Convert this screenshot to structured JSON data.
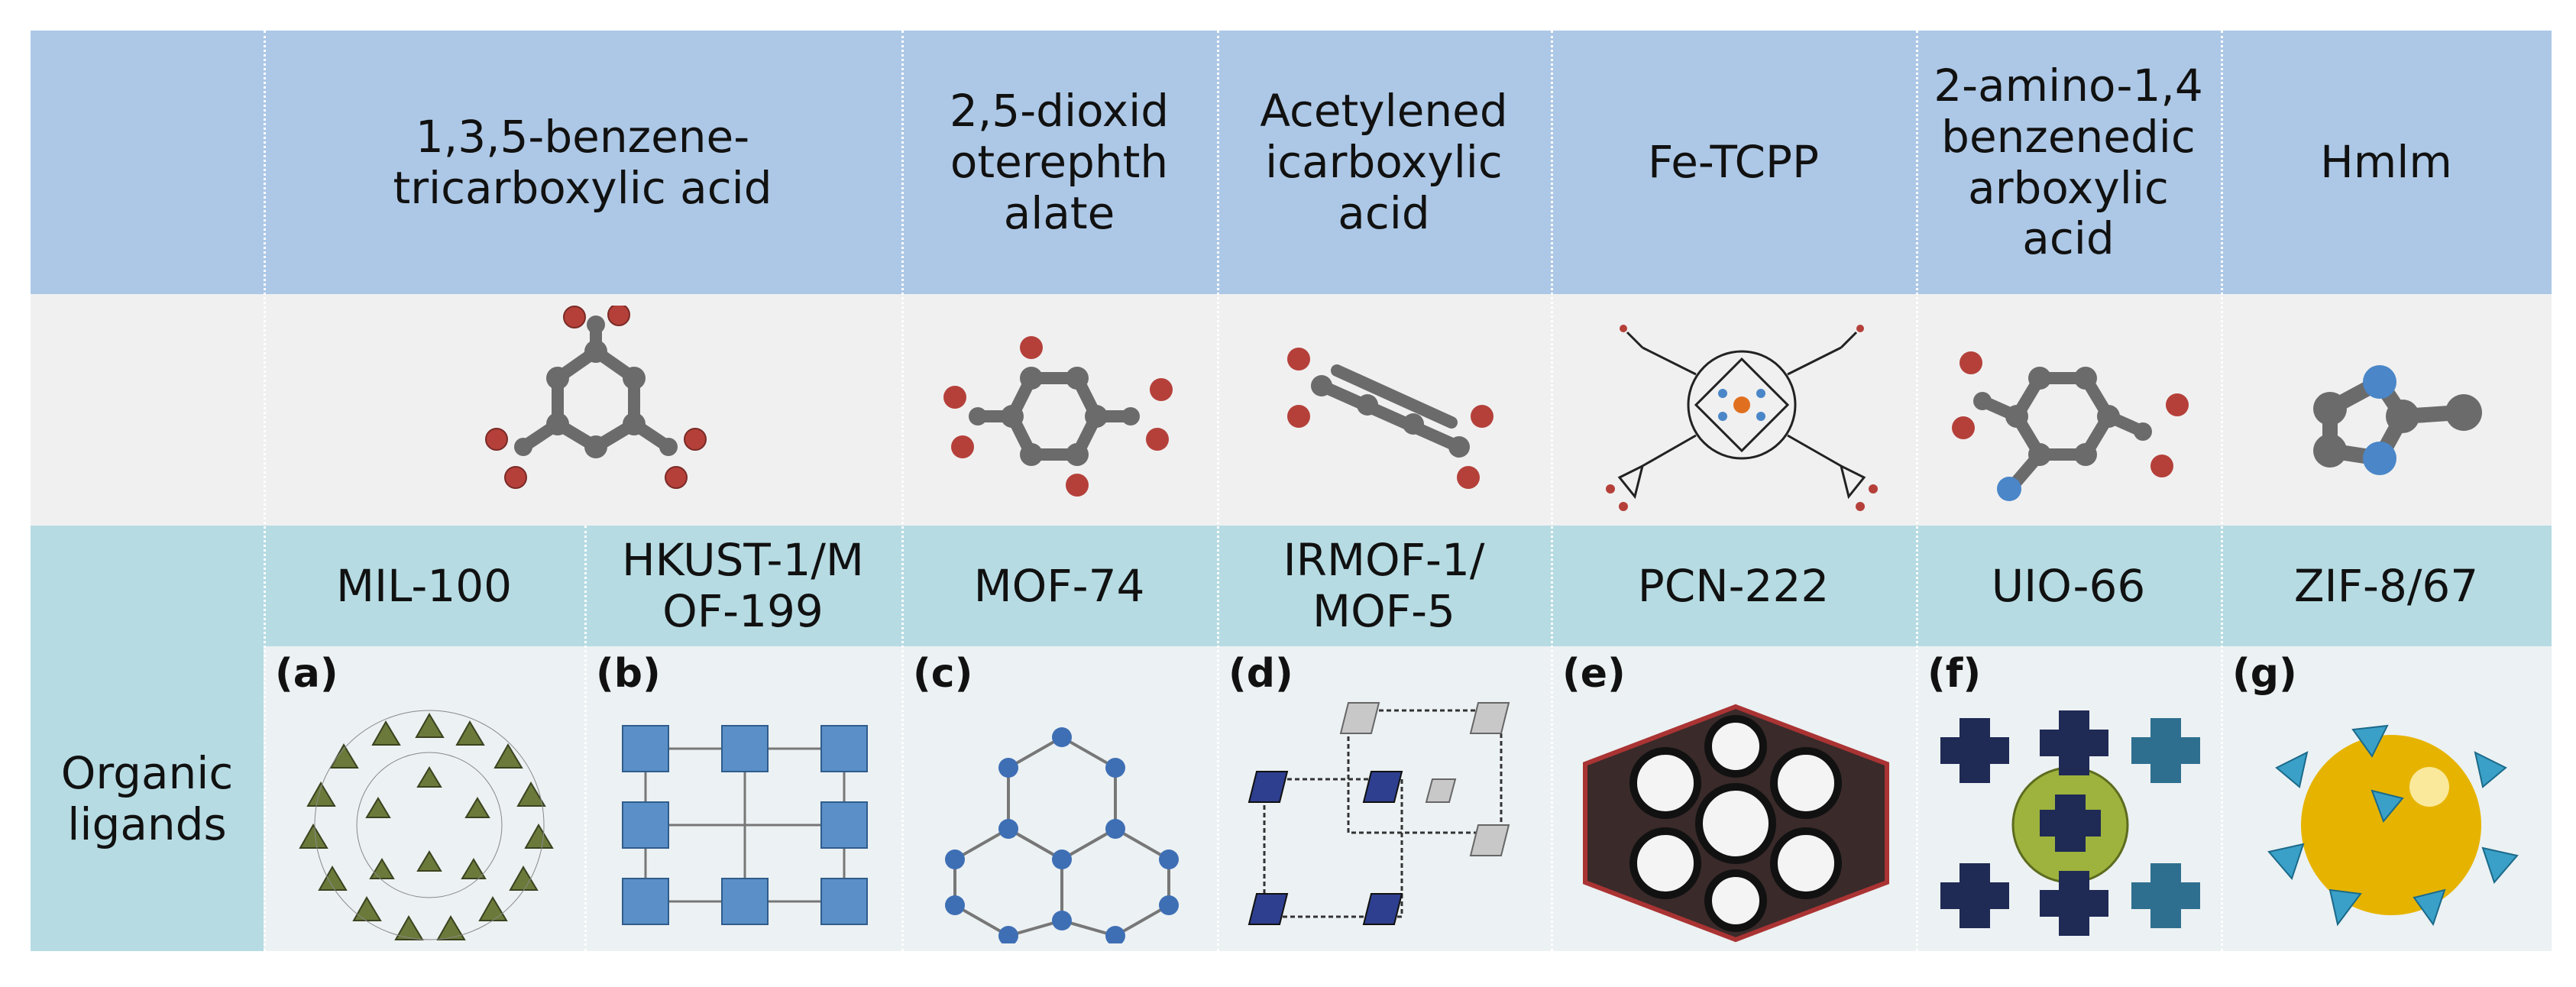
{
  "ligands": [
    {
      "name": "1,3,5-benzene-tricarboxylic acid",
      "line1": "1,3,5-benzene-",
      "line2": "tricarboxylic acid"
    },
    {
      "name": "2,5-dioxidoterephthalate",
      "lines": [
        "2,5-dioxid",
        "oterephth",
        "alate"
      ]
    },
    {
      "name": "Acetylenedicarboxylic acid",
      "lines": [
        "Acetylened",
        "icarboxylic",
        "acid"
      ]
    },
    {
      "name": "Fe-TCPP",
      "lines": [
        "Fe-TCPP"
      ]
    },
    {
      "name": "2-amino-1,4 benzenedicarboxylic acid",
      "lines": [
        "2-amino-1,4",
        "benzenedic",
        "arboxylic",
        "acid"
      ]
    },
    {
      "name": "Hmlm",
      "lines": [
        "Hmlm"
      ]
    }
  ],
  "row_label": {
    "line1": "Organic",
    "line2": "ligands"
  },
  "mofs": [
    {
      "name": "MIL-100",
      "lines": [
        "MIL-100"
      ],
      "panel": "(a)"
    },
    {
      "name": "HKUST-1/MOF-199",
      "lines": [
        "HKUST-1/M",
        "OF-199"
      ],
      "panel": "(b)"
    },
    {
      "name": "MOF-74",
      "lines": [
        "MOF-74"
      ],
      "panel": "(c)"
    },
    {
      "name": "IRMOF-1/MOF-5",
      "lines": [
        "IRMOF-1/",
        "MOF-5"
      ],
      "panel": "(d)"
    },
    {
      "name": "PCN-222",
      "lines": [
        "PCN-222"
      ],
      "panel": "(e)"
    },
    {
      "name": "UIO-66",
      "lines": [
        "UIO-66"
      ],
      "panel": "(f)"
    },
    {
      "name": "ZIF-8/67",
      "lines": [
        "ZIF-8/67"
      ],
      "panel": "(g)"
    }
  ],
  "colors": {
    "header_blue": "#adc8e6",
    "structure_gray": "#f0f0f0",
    "mof_teal": "#b6dbe3",
    "carbon": "#6b6b6b",
    "oxygen": "#b5403a",
    "nitrogen": "#4a86c8",
    "iron": "#e07020"
  }
}
